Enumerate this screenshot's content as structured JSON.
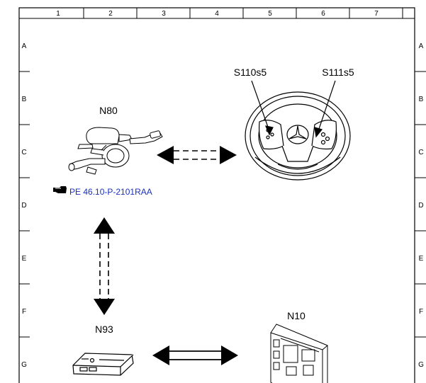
{
  "grid": {
    "columns": [
      "1",
      "2",
      "3",
      "4",
      "5",
      "6",
      "7"
    ],
    "rows": [
      "A",
      "B",
      "C",
      "D",
      "E",
      "F",
      "G"
    ]
  },
  "components": {
    "n80": "N80",
    "s110s5": "S110s5",
    "s111s5": "S111s5",
    "n93": "N93",
    "n10": "N10"
  },
  "reference": {
    "text": "PE 46.10-P-2101RAA",
    "icon": "pointing-hand-icon",
    "color": "#1a2fbf"
  }
}
